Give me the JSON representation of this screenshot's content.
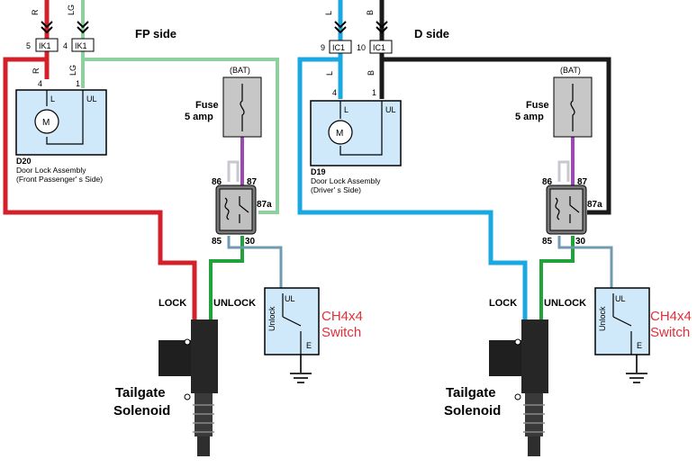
{
  "colors": {
    "red_wire": "#d4202a",
    "green_light_wire": "#8fd0a0",
    "cyan_wire": "#1aa8e0",
    "black_wire": "#1a1a1a",
    "blue_wire": "#0c1aa8",
    "green_wire": "#1fa33a",
    "steel_wire": "#6f9bb0",
    "purple_wire": "#9a4ab0",
    "light_gray_wire": "#c8c8d0",
    "box_fill": "#cfe9fb",
    "fuse_fill": "#c7c7c7",
    "relay_fill": "#7a7a7a",
    "switch_label": "#e0303a"
  },
  "fp": {
    "side_label": "FP side",
    "wire_r_code": "R",
    "wire_lg_code": "LG",
    "conn_left_pin": "5",
    "conn_left_id": "IK1",
    "conn_right_pin": "4",
    "conn_right_id": "IK1",
    "code_r_mid": "R",
    "code_lg_mid": "LG",
    "pin_l": "4",
    "pin_ul": "1",
    "box_l": "L",
    "box_ul": "UL",
    "box_m": "M",
    "assy_code": "D20",
    "assy_name": "Door Lock Assembly",
    "assy_side": "(Front Passenger' s Side)",
    "bat": "(BAT)",
    "fuse_line1": "Fuse",
    "fuse_line2": "5 amp",
    "relay_86": "86",
    "relay_87": "87",
    "relay_87a": "87a",
    "relay_85": "85",
    "relay_30": "30",
    "lock": "LOCK",
    "unlock": "UNLOCK",
    "sw_ul": "UL",
    "sw_unlock": "Unlock",
    "sw_e": "E",
    "sw_name1": "CH4x4",
    "sw_name2": "Switch",
    "sol1": "Tailgate",
    "sol2": "Solenoid"
  },
  "d": {
    "side_label": "D side",
    "wire_l_code": "L",
    "wire_b_code": "B",
    "conn_left_pin": "9",
    "conn_left_id": "IC1",
    "conn_right_pin": "10",
    "conn_right_id": "IC1",
    "code_l_mid": "L",
    "code_b_mid": "B",
    "pin_l": "4",
    "pin_ul": "1",
    "box_l": "L",
    "box_ul": "UL",
    "box_m": "M",
    "assy_code": "D19",
    "assy_name": "Door Lock Assembly",
    "assy_side": "(Driver' s Side)",
    "bat": "(BAT)",
    "fuse_line1": "Fuse",
    "fuse_line2": "5 amp",
    "relay_86": "86",
    "relay_87": "87",
    "relay_87a": "87a",
    "relay_85": "85",
    "relay_30": "30",
    "lock": "LOCK",
    "unlock": "UNLOCK",
    "sw_ul": "UL",
    "sw_unlock": "Unlock",
    "sw_e": "E",
    "sw_name1": "CH4x4",
    "sw_name2": "Switch",
    "sol1": "Tailgate",
    "sol2": "Solenoid"
  }
}
